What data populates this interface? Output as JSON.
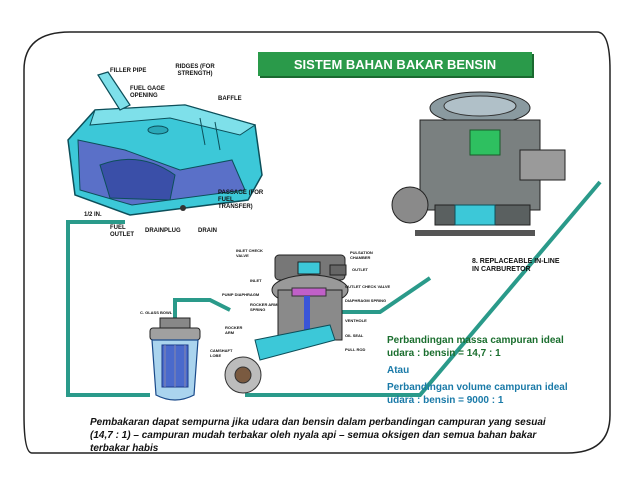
{
  "title": "SISTEM BAHAN BAKAR BENSIN",
  "tank_labels": {
    "filler_pipe": "FILLER PIPE",
    "ridges": "RIDGES (FOR STRENGTH)",
    "fuel_gage": "FUEL GAGE OPENING",
    "baffle": "BAFFLE",
    "passage": "PASSAGE (FOR FUEL TRANSFER)",
    "half_in": "1/2 IN.",
    "fuel_outlet": "FUEL OUTLET",
    "drainplug": "DRAINPLUG",
    "drain": "DRAIN"
  },
  "pump_labels": {
    "inlet_check_valve": "INLET CHECK VALVE",
    "inlet": "INLET",
    "pump_diaphragm": "PUMP DIAPHRAGM",
    "rocker_arm_spring": "ROCKER ARM SPRING",
    "rocker_arm": "ROCKER ARM",
    "camshaft_lobe": "CAMSHAFT LOBE",
    "pulsation_chamber": "PULSATION CHAMBER",
    "outlet": "OUTLET",
    "outlet_check_valve": "OUTLET CHECK VALVE",
    "diaphragm_spring": "DIAPHRAGM SPRING",
    "vent_hole": "VENTHOLE",
    "oil_seal": "OIL SEAL",
    "pull_rod": "PULL ROD"
  },
  "filter_label": "C. GLASS BOWL",
  "carb_label": "8. REPLACEABLE IN-LINE IN CARBURETOR",
  "info": {
    "mass_line1": "Perbandingan massa campuran ideal",
    "mass_line2": "udara : bensin = 14,7 : 1",
    "or": "Atau",
    "vol_line1": "Perbandingan volume campuran ideal",
    "vol_line2": "udara : bensin = 9000 : 1"
  },
  "bottom_text": "Pembakaran dapat sempurna jika udara dan bensin dalam perbandingan campuran yang sesuai (14,7 : 1) – campuran mudah terbakar oleh nyala api – semua oksigen dan semua bahan bakar terbakar habis",
  "colors": {
    "title_bg": "#2a9a4a",
    "fuel_line": "#2a9a8a",
    "tank": "#3cc8d8",
    "info_green": "#1a6e2e",
    "info_blue": "#1a7aa8"
  }
}
